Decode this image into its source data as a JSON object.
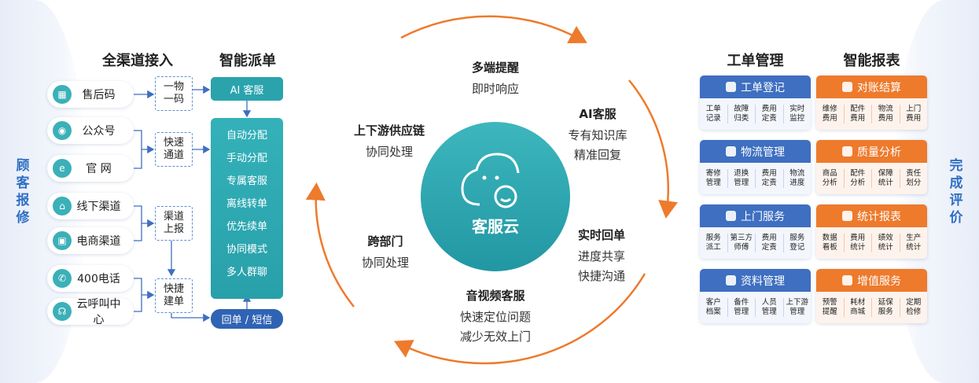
{
  "side": {
    "left": "顾客报修",
    "right": "完成评价"
  },
  "headings": {
    "channels": "全渠道接入",
    "dispatch": "智能派单",
    "workorder": "工单管理",
    "report": "智能报表"
  },
  "channels": [
    {
      "label": "售后码",
      "icon": "qr-code-icon"
    },
    {
      "label": "公众号",
      "icon": "wechat-icon"
    },
    {
      "label": "官 网",
      "icon": "browser-icon"
    },
    {
      "label": "线下渠道",
      "icon": "store-icon"
    },
    {
      "label": "电商渠道",
      "icon": "shopping-bag-icon"
    },
    {
      "label": "400电话",
      "icon": "phone-icon"
    },
    {
      "label": "云呼叫中心",
      "icon": "call-center-icon"
    }
  ],
  "connectors": [
    "一物\n一码",
    "快速\n通道",
    "渠道\n上报",
    "快捷\n建单"
  ],
  "dispatch": {
    "ai": "AI 客服",
    "items": [
      "自动分配",
      "手动分配",
      "专属客服",
      "离线转单",
      "优先续单",
      "协同模式",
      "多人群聊"
    ],
    "reply": "回单 / 短信"
  },
  "center": {
    "hub": "客服云",
    "features": [
      {
        "title": "多端提醒",
        "sub": [
          "即时响应"
        ]
      },
      {
        "title": "AI客服",
        "sub": [
          "专有知识库",
          "精准回复"
        ]
      },
      {
        "title": "实时回单",
        "sub": [
          "进度共享",
          "快捷沟通"
        ]
      },
      {
        "title": "音视频客服",
        "sub": [
          "快速定位问题",
          "减少无效上门"
        ]
      },
      {
        "title": "跨部门",
        "sub": [
          "协同处理"
        ]
      },
      {
        "title": "上下游供应链",
        "sub": [
          "协同处理"
        ]
      }
    ],
    "colors": {
      "hub": "#2aa3ad",
      "ring": "#ee7a2c"
    }
  },
  "workorder_cards": [
    {
      "title": "工单登记",
      "items": [
        "工单\n记录",
        "故障\n归类",
        "费用\n定责",
        "实时\n监控"
      ]
    },
    {
      "title": "物流管理",
      "items": [
        "寄修\n管理",
        "退换\n管理",
        "费用\n定责",
        "物流\n进度"
      ]
    },
    {
      "title": "上门服务",
      "items": [
        "服务\n派工",
        "第三方\n师傅",
        "费用\n定责",
        "服务\n登记"
      ]
    },
    {
      "title": "资料管理",
      "items": [
        "客户\n档案",
        "备件\n管理",
        "人员\n管理",
        "上下游\n管理"
      ]
    }
  ],
  "report_cards": [
    {
      "title": "对账结算",
      "items": [
        "维修\n费用",
        "配件\n费用",
        "物流\n费用",
        "上门\n费用"
      ]
    },
    {
      "title": "质量分析",
      "items": [
        "商品\n分析",
        "配件\n分析",
        "保障\n统计",
        "责任\n划分"
      ]
    },
    {
      "title": "统计报表",
      "items": [
        "数据\n看板",
        "费用\n统计",
        "绩效\n统计",
        "生产\n统计"
      ]
    },
    {
      "title": "增值服务",
      "items": [
        "预警\n提醒",
        "耗材\n商城",
        "延保\n服务",
        "定期\n检修"
      ]
    }
  ]
}
